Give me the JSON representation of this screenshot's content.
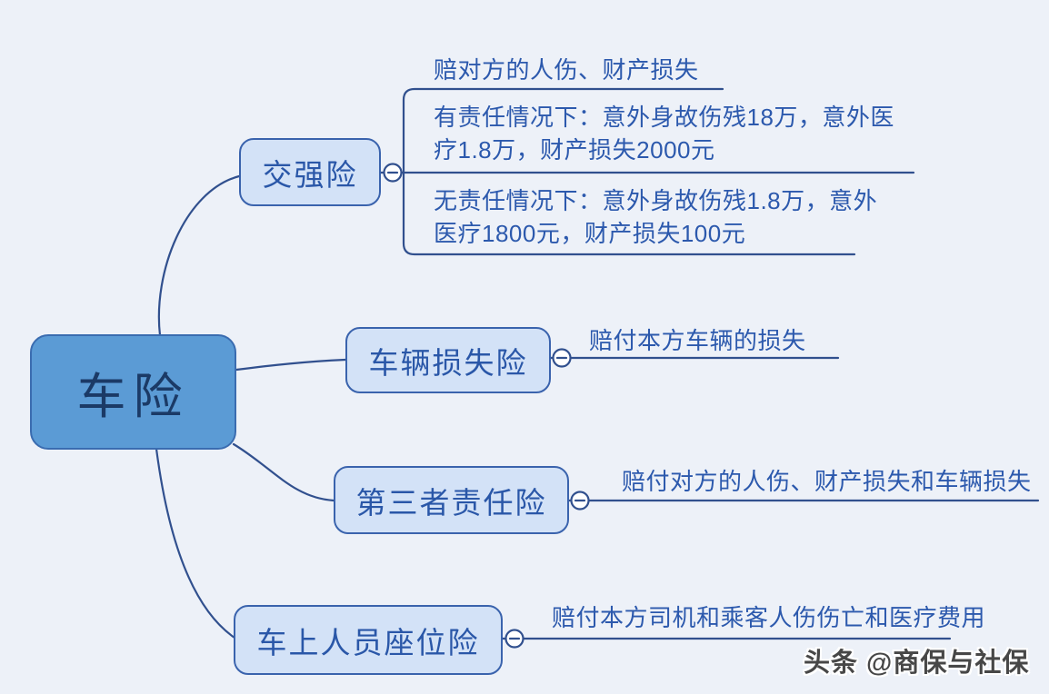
{
  "root": {
    "label": "车险"
  },
  "branches": [
    {
      "label": "交强险",
      "children": [
        {
          "text": "赔对方的人伤、财产损失"
        },
        {
          "text": "有责任情况下：意外身故伤残18万，意外医疗1.8万，财产损失2000元"
        },
        {
          "text": "无责任情况下：意外身故伤残1.8万，意外医疗1800元，财产损失100元"
        }
      ]
    },
    {
      "label": "车辆损失险",
      "children": [
        {
          "text": "赔付本方车辆的损失"
        }
      ]
    },
    {
      "label": "第三者责任险",
      "children": [
        {
          "text": "赔付对方的人伤、财产损失和车辆损失"
        }
      ]
    },
    {
      "label": "车上人员座位险",
      "children": [
        {
          "text": "赔付本方司机和乘客人伤伤亡和医疗费用"
        }
      ]
    }
  ],
  "watermark": "头条 @商保与社保",
  "colors": {
    "background": "#edf1f8",
    "root_fill": "#5b9bd5",
    "root_border": "#3a6cb0",
    "root_text": "#1b3a66",
    "branch_fill": "#d3e2f7",
    "branch_border": "#3a63ad",
    "branch_text": "#2a57a8",
    "leaf_text": "#2c59ad",
    "connector_line": "#31508e",
    "watermark_text": "#474747"
  }
}
